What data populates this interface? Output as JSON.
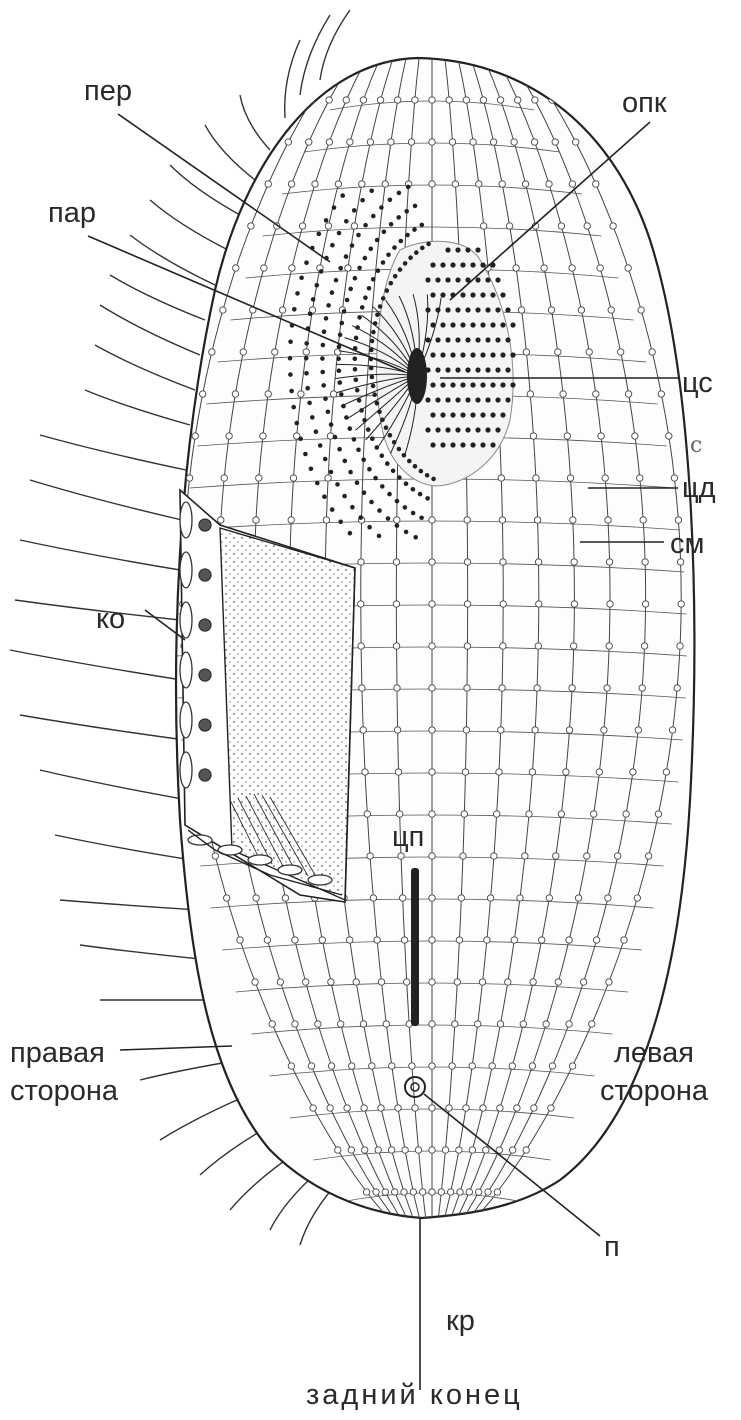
{
  "labels": {
    "per": "пер",
    "opk": "опк",
    "par": "пар",
    "ts_s": "цс",
    "ts_d": "цд",
    "sm": "см",
    "ko": "ко",
    "ts_p": "цп",
    "right_side_1": "правая",
    "right_side_2": "сторона",
    "left_side_1": "левая",
    "left_side_2": "сторона",
    "p": "п",
    "kr": "кр",
    "posterior_end": "задний конец",
    "handwritten_note": "с"
  },
  "colors": {
    "ink": "#2a2a2a",
    "background": "#ffffff"
  }
}
